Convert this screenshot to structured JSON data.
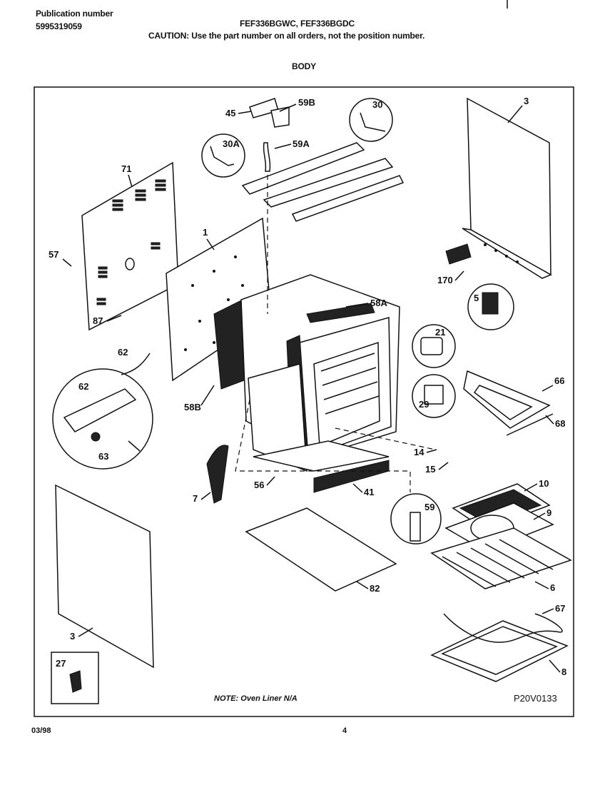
{
  "header": {
    "publication_label": "Publication number",
    "publication_number": "5995319059",
    "models": "FEF336BGWC, FEF336BGDC",
    "caution": "CAUTION:  Use the part number on all orders, not the position number.",
    "section_title": "BODY"
  },
  "callouts": {
    "c45": "45",
    "c59B": "59B",
    "c30": "30",
    "c3_top": "3",
    "c30A": "30A",
    "c59A": "59A",
    "c71": "71",
    "c1": "1",
    "c57": "57",
    "c170": "170",
    "c5": "5",
    "c87_left": "87",
    "c58A": "58A",
    "c62_left": "62",
    "c21": "21",
    "c66": "66",
    "c29": "29",
    "c68": "68",
    "c62_detail": "62",
    "c63": "63",
    "c58B": "58B",
    "c14": "14",
    "c15": "15",
    "c7": "7",
    "c56": "56",
    "c41": "41",
    "c10": "10",
    "c59": "59",
    "c9": "9",
    "c82": "82",
    "c6": "6",
    "c67": "67",
    "c3_bottom": "3",
    "c8": "8",
    "c27": "27"
  },
  "note": "NOTE:  Oven Liner N/A",
  "diagram_code": "P20V0133",
  "footer": {
    "date": "03/98",
    "page_number": "4"
  }
}
